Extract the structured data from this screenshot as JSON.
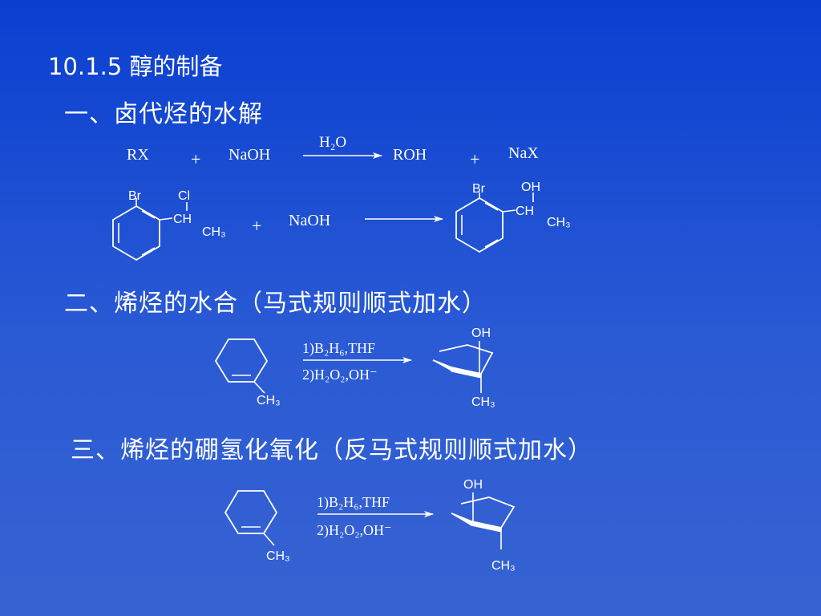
{
  "slide": {
    "title": "10.1.5 醇的制备",
    "section1_heading": "一、卤代烃的水解",
    "section2_heading": "二、烯烃的水合（马式规则顺式加水）",
    "section3_heading": "三、烯烃的硼氢化氧化（反马式规则顺式加水）"
  },
  "reaction1": {
    "reactant_a": "RX",
    "plus_1": "+",
    "reactant_b": "NaOH",
    "reagent": "H₂O",
    "product_a": "ROH",
    "plus_2": "+",
    "product_b": "NaX"
  },
  "reaction2": {
    "reactant_br": "Br",
    "reactant_cl": "Cl",
    "reactant_ch": "CH",
    "reactant_ch3": "CH₃",
    "plus": "+",
    "reagent": "NaOH",
    "product_br": "Br",
    "product_oh": "OH",
    "product_ch": "CH",
    "product_ch3": "CH₃"
  },
  "reaction3": {
    "reactant_ch3": "CH₃",
    "reagent_line1": "1)B₂H₆,THF",
    "reagent_line2": "2)H₂O₂,OH⁻",
    "product_oh": "OH",
    "product_ch3": "CH₃"
  },
  "reaction4": {
    "reactant_ch3": "CH₃",
    "reagent_line1": "1)B₂H₆,THF",
    "reagent_line2": "2)H₂O₂,OH⁻",
    "product_oh": "OH",
    "product_ch3": "CH₃"
  }
}
